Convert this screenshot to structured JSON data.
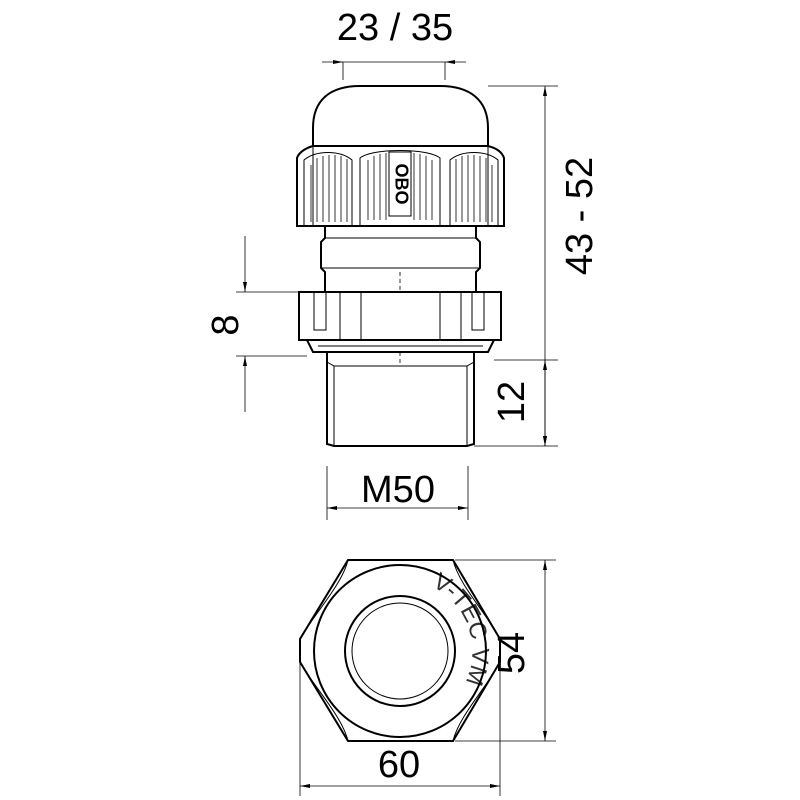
{
  "dimensions": {
    "top_width": "23 / 35",
    "total_height": "43 - 52",
    "nut_height": "8",
    "thread_length": "12",
    "thread_size": "M50",
    "hex_width": "60",
    "hex_height": "54"
  },
  "markings": {
    "brand_logo": "OBO",
    "product_line": "V-TEC VM"
  },
  "colors": {
    "line": "#000000",
    "background": "#ffffff"
  }
}
